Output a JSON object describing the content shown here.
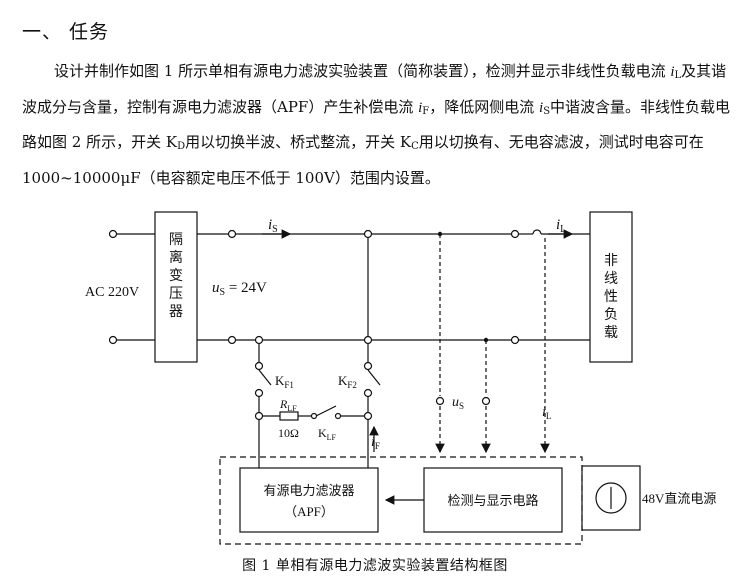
{
  "heading": "一、 任务",
  "paragraph": {
    "p1": "设计并制作如图 1 所示单相有源电力滤波实验装置（简称装置），检测并显示非线性负载电流 ",
    "iL": "i",
    "iL_sub": "L",
    "p2": "及其谐波成分与含量，控制有源电力滤波器（APF）产生补偿电流 ",
    "iF": "i",
    "iF_sub": "F",
    "p3": "，降低网侧电流 ",
    "iS": "i",
    "iS_sub": "S",
    "p4": "中谐波含量。非线性负载电路如图 2 所示，开关 K",
    "KD_sub": "D",
    "p5": "用以切换半波、桥式整流，开关 K",
    "KC_sub": "C",
    "p6": "用以切换有、无电容滤波，测试时电容可在 1000~10000μF（电容额定电压不低于 100V）范围内设置。"
  },
  "figure": {
    "ac_label": "AC 220V",
    "transformer": "隔离变压器",
    "is_label": "i",
    "is_sub": "S",
    "us_label": "u",
    "us_sub": "S",
    "us_value": " = 24V",
    "il_label": "i",
    "il_sub": "L",
    "load": "非线性负载",
    "kf1": "K",
    "kf1_sub": "F1",
    "kf2": "K",
    "kf2_sub": "F2",
    "rlf": "R",
    "rlf_sub": "LF",
    "ohm": "10Ω",
    "klf": "K",
    "klf_sub": "LF",
    "if_label": "i",
    "if_sub": "F",
    "us_meas": "u",
    "us_meas_sub": "S",
    "il_meas": "i",
    "il_meas_sub": "L",
    "apf_line1": "有源电力滤波器",
    "apf_line2": "（APF）",
    "detect": "检测与显示电路",
    "power": "48V直流电源"
  },
  "caption": "图 1   单相有源电力滤波实验装置结构框图"
}
